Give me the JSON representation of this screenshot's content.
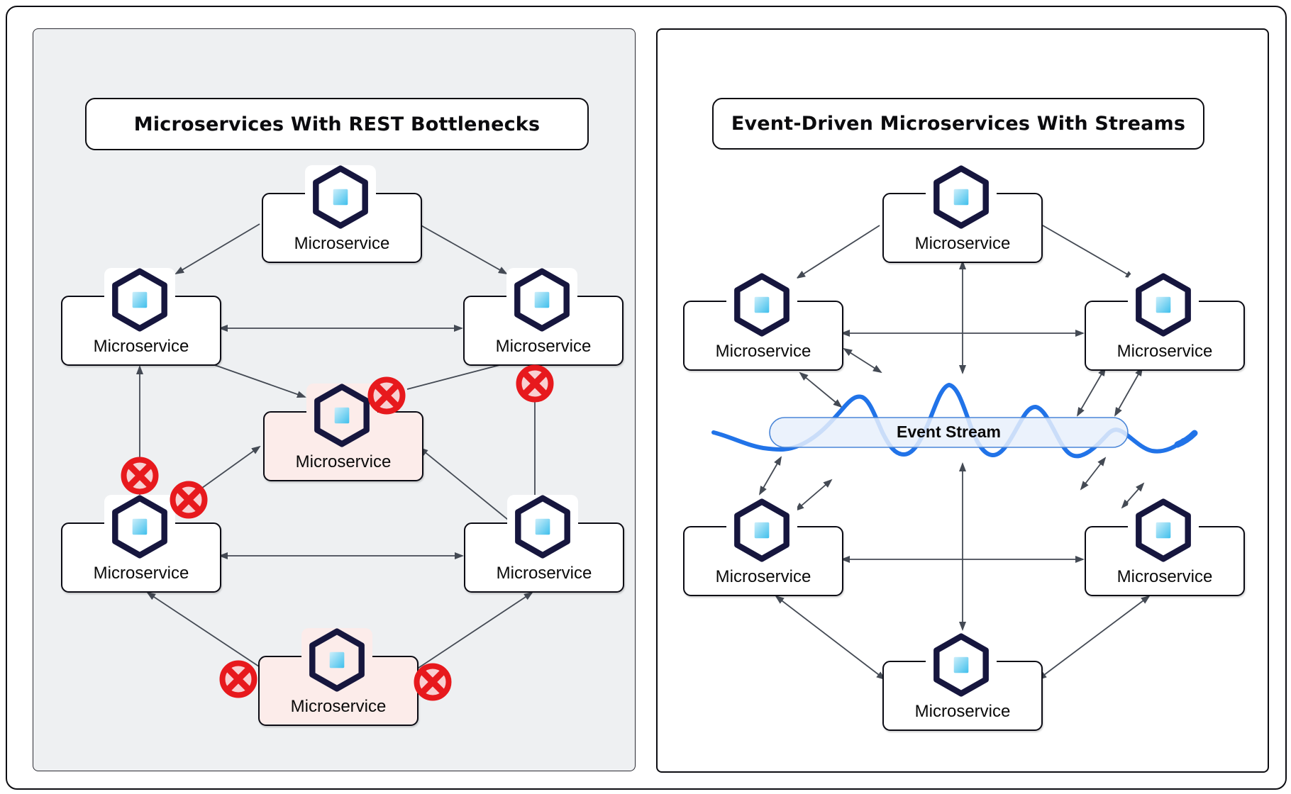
{
  "left_panel": {
    "title": "Microservices With REST Bottlenecks",
    "nodes": [
      {
        "label": "Microservice",
        "variant": "normal"
      },
      {
        "label": "Microservice",
        "variant": "normal"
      },
      {
        "label": "Microservice",
        "variant": "normal"
      },
      {
        "label": "Microservice",
        "variant": "bottleneck"
      },
      {
        "label": "Microservice",
        "variant": "normal"
      },
      {
        "label": "Microservice",
        "variant": "normal"
      },
      {
        "label": "Microservice",
        "variant": "bottleneck"
      }
    ],
    "error_icon_count": 6
  },
  "right_panel": {
    "title": "Event-Driven Microservices With Streams",
    "nodes": [
      {
        "label": "Microservice"
      },
      {
        "label": "Microservice"
      },
      {
        "label": "Microservice"
      },
      {
        "label": "Microservice"
      },
      {
        "label": "Microservice"
      },
      {
        "label": "Microservice"
      }
    ],
    "stream_label": "Event Stream"
  },
  "icons": {
    "service": "hexagon-icon",
    "failure": "circle-x-error-icon",
    "stream": "wave-icon"
  },
  "colors": {
    "panel_gray": "#eef0f2",
    "node_border": "#0b0b14",
    "hexagon_navy": "#16163e",
    "square_cyan": "#3fbfec",
    "pink_node": "#fcecea",
    "error_red": "#e7191d",
    "error_fill": "#f8d0d2",
    "arrow_gray": "#444a54",
    "stream_blue": "#2173e8",
    "stream_fill": "#e7f0fb"
  }
}
